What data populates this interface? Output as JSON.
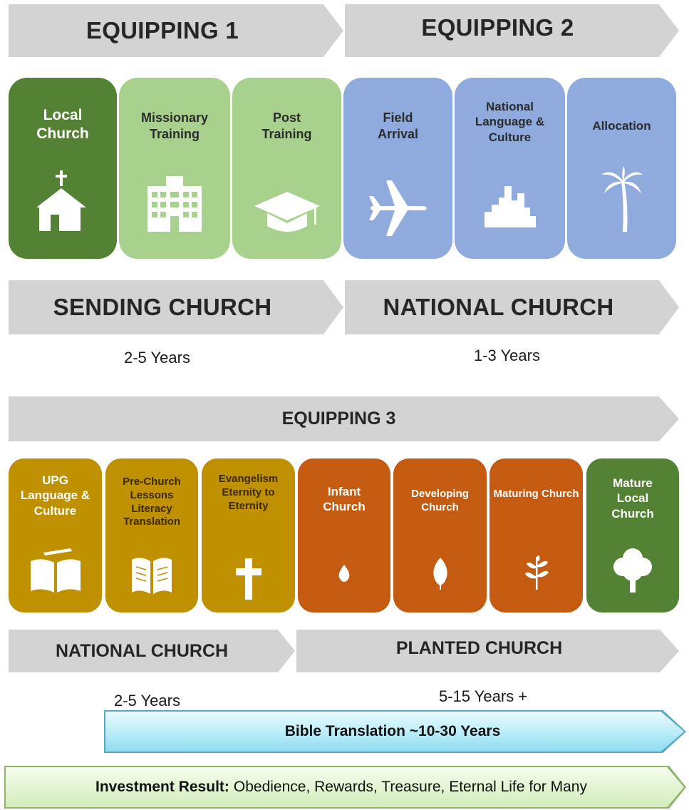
{
  "colors": {
    "arrow_gray": "#d3d3d3",
    "dark_green": "#548235",
    "light_green": "#a9d18e",
    "blue": "#8faadc",
    "gold": "#bf9000",
    "orange": "#c55a11",
    "bible_banner": "#9ae3f5",
    "result_banner": "#d6f0c4"
  },
  "phase1": {
    "header_left": "EQUIPPING 1",
    "header_right": "EQUIPPING 2",
    "cards": [
      {
        "title": "Local Church",
        "icon": "church-icon"
      },
      {
        "title": "Missionary Training",
        "icon": "school-building-icon"
      },
      {
        "title": "Post Training",
        "icon": "graduation-cap-icon"
      },
      {
        "title": "Field Arrival",
        "icon": "airplane-icon"
      },
      {
        "title": "National Language & Culture",
        "icon": "city-skyline-icon"
      },
      {
        "title": "Allocation",
        "icon": "palm-tree-icon"
      }
    ],
    "footer_left": "SENDING CHURCH",
    "footer_right": "NATIONAL CHURCH",
    "years_left": "2-5 Years",
    "years_right": "1-3 Years"
  },
  "phase2": {
    "header": "EQUIPPING 3",
    "cards": [
      {
        "title": "UPG Language & Culture",
        "icon": "open-book-pencil-icon"
      },
      {
        "title": "Pre-Church Lessons Literacy Translation",
        "icon": "open-book-icon"
      },
      {
        "title": "Evangelism Eternity to Eternity",
        "icon": "cross-icon"
      },
      {
        "title": "Infant Church",
        "icon": "seed-icon"
      },
      {
        "title": "Developing Church",
        "icon": "leaf-icon"
      },
      {
        "title": "Maturing Church",
        "icon": "sprout-icon"
      },
      {
        "title": "Mature Local Church",
        "icon": "tree-icon"
      }
    ],
    "footer_left": "NATIONAL CHURCH",
    "footer_right": "PLANTED CHURCH",
    "years_left": "2-5 Years",
    "years_right": "5-15 Years +"
  },
  "bible_banner": "Bible Translation ~10-30 Years",
  "result_banner": {
    "label": "Investment Result:",
    "text": "Obedience, Rewards, Treasure, Eternal Life for Many"
  }
}
